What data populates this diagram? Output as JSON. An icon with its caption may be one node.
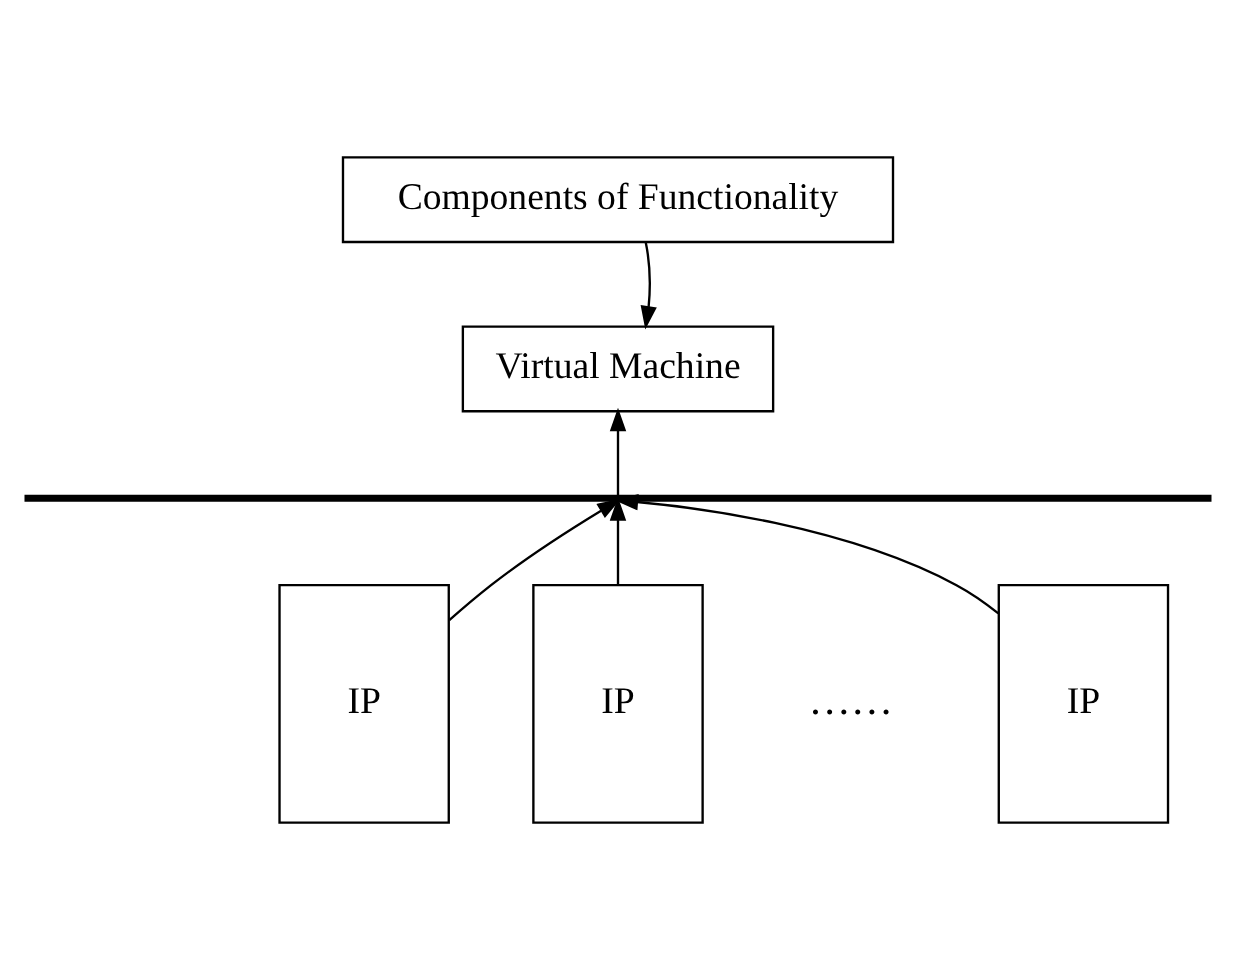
{
  "diagram": {
    "nodes": [
      {
        "text": [
          "Components of Functionality"
        ]
      },
      {
        "text": [
          "Virtual Machine"
        ]
      },
      {
        "text": [],
        "shape": "bar"
      },
      {
        "text": [
          "IP"
        ]
      },
      {
        "text": [
          "IP"
        ]
      },
      {
        "text": [
          "IP"
        ]
      }
    ],
    "edges": [
      {
        "from": 0,
        "to": 1,
        "arrow": "to"
      },
      {
        "from": 2,
        "to": 1,
        "arrow": "to"
      },
      {
        "from": 3,
        "to": 2,
        "arrow": "to"
      },
      {
        "from": 4,
        "to": 2,
        "arrow": "to"
      },
      {
        "from": 5,
        "to": 2,
        "arrow": "to"
      }
    ],
    "labels": [
      "……"
    ]
  }
}
